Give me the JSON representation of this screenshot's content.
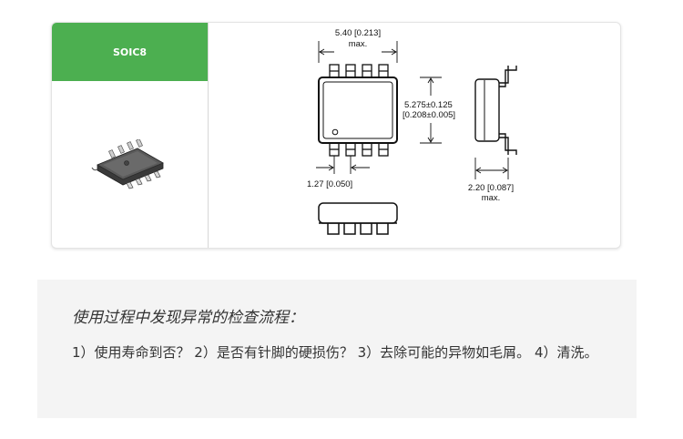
{
  "package": {
    "name": "SOIC8",
    "accent_color": "#4caf50"
  },
  "dimensions": {
    "body_width": "5.40 [0.213]",
    "body_width_note": "max.",
    "body_length_mm": "5.275±0.125",
    "body_length_in": "[0.208±0.005]",
    "pitch": "1.27 [0.050]",
    "height": "2.20 [0.087]",
    "height_note": "max."
  },
  "note": {
    "title": "使用过程中发现异常的检查流程：",
    "text": "1）使用寿命到否？ 2）是否有针脚的硬损伤？ 3）去除可能的异物如毛屑。 4）清洗。"
  }
}
